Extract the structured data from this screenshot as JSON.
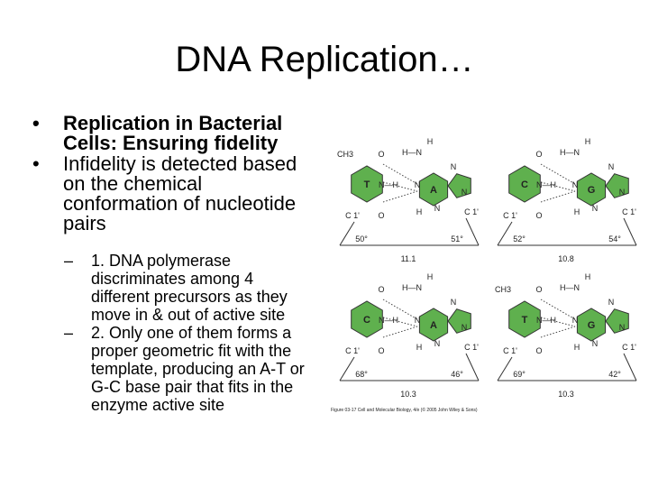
{
  "title": "DNA Replication…",
  "bullets": [
    {
      "line1": "Replication in Bacterial",
      "line2": "Cells: Ensuring fidelity"
    },
    {
      "line1": "Infidelity is detected based",
      "line2": "on the chemical",
      "line3": "conformation of nucleotide",
      "line4": "pairs"
    }
  ],
  "subbullets": [
    {
      "lines": [
        "1. DNA polymerase",
        "discriminates among 4",
        "different precursors as they",
        "move in & out of active site"
      ]
    },
    {
      "lines": [
        "2. Only one of them forms a",
        "proper geometric fit with the",
        "template, producing an A-T or",
        "G-C base pair that fits in the",
        "enzyme active site"
      ]
    }
  ],
  "figure": {
    "panels": [
      {
        "left": "T",
        "right": "A",
        "angle_left": "50°",
        "angle_right": "51°",
        "distance": "11.1",
        "methyl": "CH3",
        "c1_left": "C 1'",
        "c1_right": "C 1'",
        "left_color": "#5fb04e",
        "right_color": "#5fb04e"
      },
      {
        "left": "C",
        "right": "G",
        "angle_left": "52°",
        "angle_right": "54°",
        "distance": "10.8",
        "c1_left": "C 1'",
        "c1_right": "C 1'",
        "left_color": "#5fb04e",
        "right_color": "#5fb04e"
      },
      {
        "left": "C",
        "right": "A",
        "angle_left": "68°",
        "angle_right": "46°",
        "distance": "10.3",
        "c1_left": "C 1'",
        "c1_right": "C 1'",
        "left_color": "#5fb04e",
        "right_color": "#5fb04e"
      },
      {
        "left": "T",
        "right": "G",
        "angle_left": "69°",
        "angle_right": "42°",
        "distance": "10.3",
        "methyl": "CH3",
        "c1_left": "C 1'",
        "c1_right": "C 1'",
        "left_color": "#5fb04e",
        "right_color": "#5fb04e"
      }
    ],
    "caption": "Figure 03-17 Cell and Molecular Biology, 4/e (© 2005 John Wiley & Sons)",
    "atoms": {
      "O": "O",
      "N": "N",
      "H": "H",
      "NH": "N—H",
      "HN": "H—N"
    }
  }
}
